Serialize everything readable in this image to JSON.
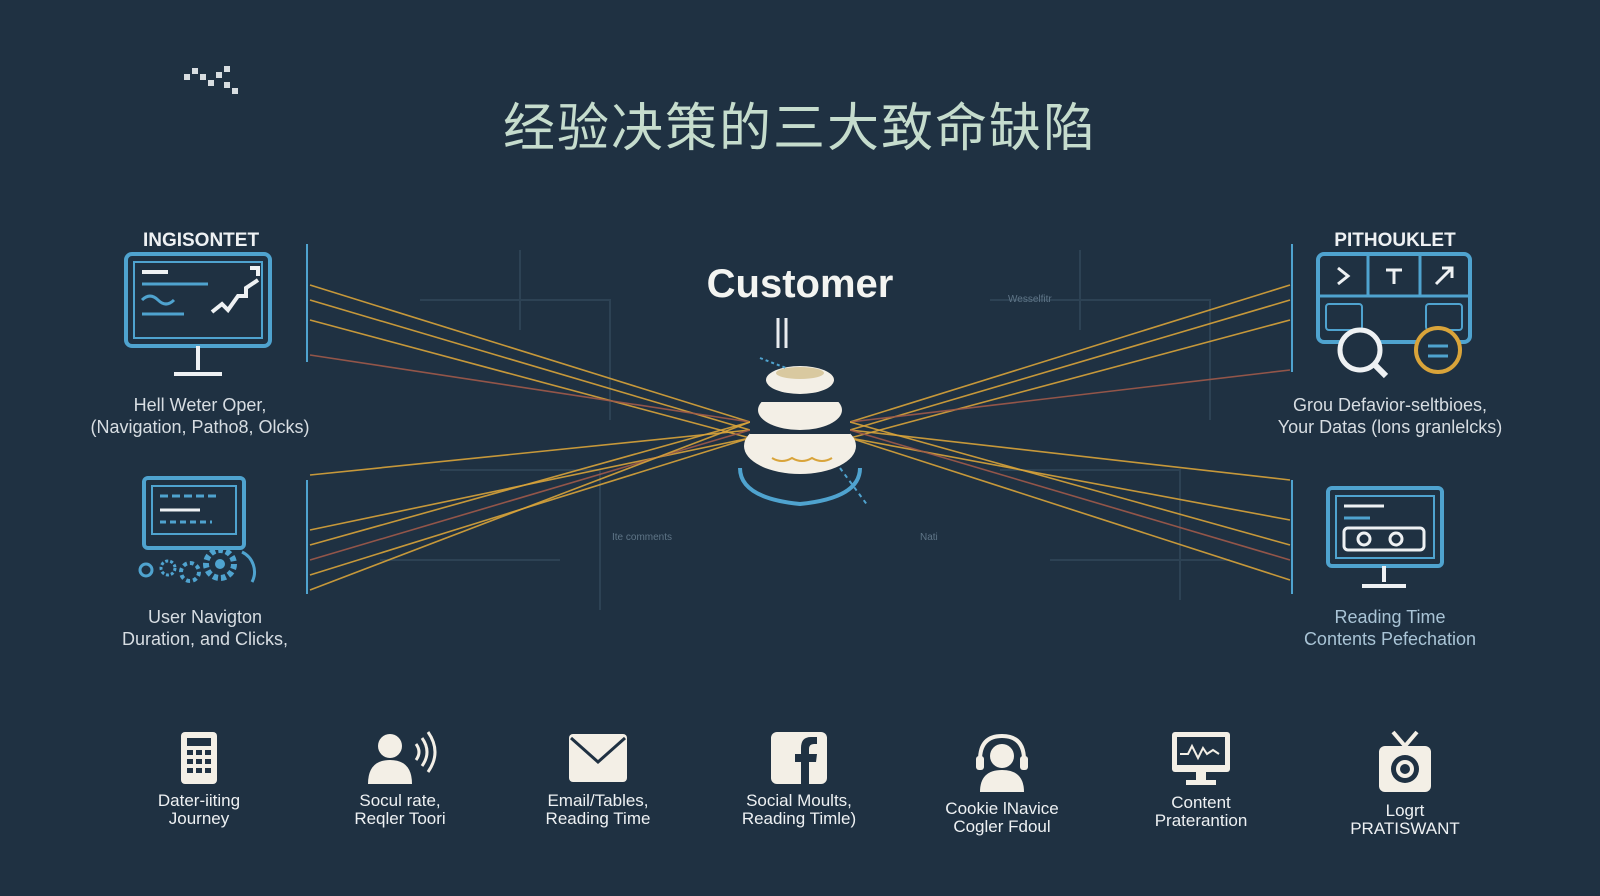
{
  "title": "经验决策的三大致命缺陷",
  "center": {
    "label": "Customer"
  },
  "panels": {
    "top_left": {
      "heading": "INGISONTET",
      "caption_line1": "Hell Weter Oper,",
      "caption_line2": "(Navigation, Patho8, Olcks)",
      "icon": "monitor-chart-icon"
    },
    "bottom_left": {
      "caption_line1": "User Navigton",
      "caption_line2": "Duration, and Clicks,",
      "icon": "monitor-gears-icon"
    },
    "top_right": {
      "heading": "PITHOUKLET",
      "caption_line1": "Grou Defavior-seltbioes,",
      "caption_line2": "Your Datas (lons granlelcks)",
      "icon": "dashboard-search-icon"
    },
    "bottom_right": {
      "caption_line1": "Reading Time",
      "caption_line2": "Contents Pefechation",
      "icon": "monitor-search-icon"
    }
  },
  "faint_labels": {
    "left": "Ite comments",
    "right": "Nati",
    "top_right": "Wesselfitr"
  },
  "bottom_items": [
    {
      "line1": "Dater-iiting",
      "line2": "Journey",
      "icon": "calculator-icon"
    },
    {
      "line1": "Socul rate,",
      "line2": "Reqler Toori",
      "icon": "user-speaking-icon"
    },
    {
      "line1": "Email/Tables,",
      "line2": "Reading Time",
      "icon": "email-icon"
    },
    {
      "line1": "Social Moults,",
      "line2": "Reading Timle)",
      "icon": "facebook-icon"
    },
    {
      "line1": "Cookie lNavice",
      "line2": "Cogler Fdoul",
      "icon": "headset-user-icon"
    },
    {
      "line1": "Content",
      "line2": "Praterantion",
      "icon": "monitor-pulse-icon"
    },
    {
      "line1": "Logrt",
      "line2": "PRATISWANT",
      "icon": "tv-icon"
    }
  ],
  "colors": {
    "background": "#1f3142",
    "title": "#c5dccd",
    "icon_blue": "#4fa3cf",
    "ray_gold": "#d9a43a",
    "ray_red": "#a05a4a",
    "icon_cream": "#f3efe6"
  }
}
